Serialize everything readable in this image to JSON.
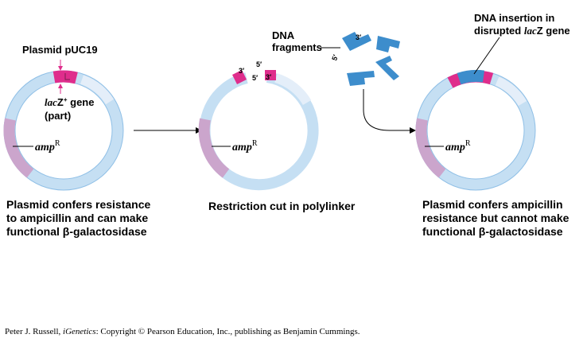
{
  "colors": {
    "plasmid_ring": "#c5dff3",
    "plasmid_ring_light": "#dceaf8",
    "plasmid_outline": "#8fbfe6",
    "amp_region": "#cba5cc",
    "lacz_region": "#df2d8c",
    "dna_fragment": "#3d8dcc",
    "arrow": "#000000"
  },
  "panel1": {
    "title": "Plasmid pUC19",
    "lacz_label_italic": "lac",
    "lacz_label_rest": "Z",
    "lacz_label_sup": "+",
    "lacz_label_gene": " gene",
    "lacz_label_part": "(part)",
    "amp_label": "amp",
    "amp_sup": "R",
    "caption_lines": [
      "Plasmid confers resistance",
      "to ampicillin and can make",
      "functional β-galactosidase"
    ]
  },
  "panel2": {
    "end_labels": [
      "3′",
      "5′",
      "5′",
      "3′"
    ],
    "amp_label": "amp",
    "amp_sup": "R",
    "caption_lines": [
      "Restriction cut in polylinker"
    ]
  },
  "fragments": {
    "label_lines": [
      "DNA",
      "fragments"
    ],
    "end_labels": [
      "5′",
      "3′"
    ]
  },
  "panel3": {
    "title_line1": "DNA insertion in",
    "title_line2_pre": "disrupted ",
    "title_line2_italic": "lac",
    "title_line2_post": "Z gene",
    "amp_label": "amp",
    "amp_sup": "R",
    "caption_lines": [
      "Plasmid confers ampicillin",
      "resistance but cannot make",
      "functional β-galactosidase"
    ]
  },
  "credit": {
    "pre": "Peter J. Russell, ",
    "italic": "iGenetics",
    "post": ": Copyright © Pearson Education, Inc., publishing as Benjamin Cummings."
  }
}
